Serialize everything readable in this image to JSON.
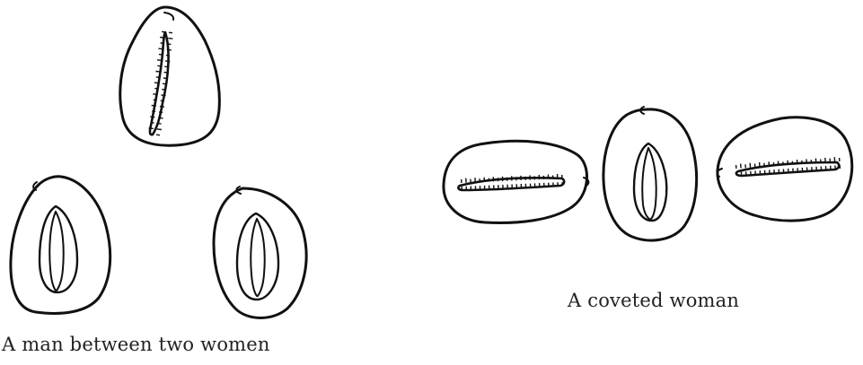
{
  "captions": {
    "left": "A man between two women",
    "right": "A coveted woman"
  },
  "ink_color": "#111111",
  "groups": [
    {
      "name": "a-man-between-two-women",
      "shells": [
        {
          "orientation": "vertical",
          "aperture": "toothed"
        },
        {
          "orientation": "vertical",
          "aperture": "open"
        },
        {
          "orientation": "vertical",
          "aperture": "open"
        }
      ]
    },
    {
      "name": "a-coveted-woman",
      "shells": [
        {
          "orientation": "horizontal",
          "aperture": "toothed"
        },
        {
          "orientation": "vertical",
          "aperture": "open"
        },
        {
          "orientation": "horizontal",
          "aperture": "toothed"
        }
      ]
    }
  ]
}
